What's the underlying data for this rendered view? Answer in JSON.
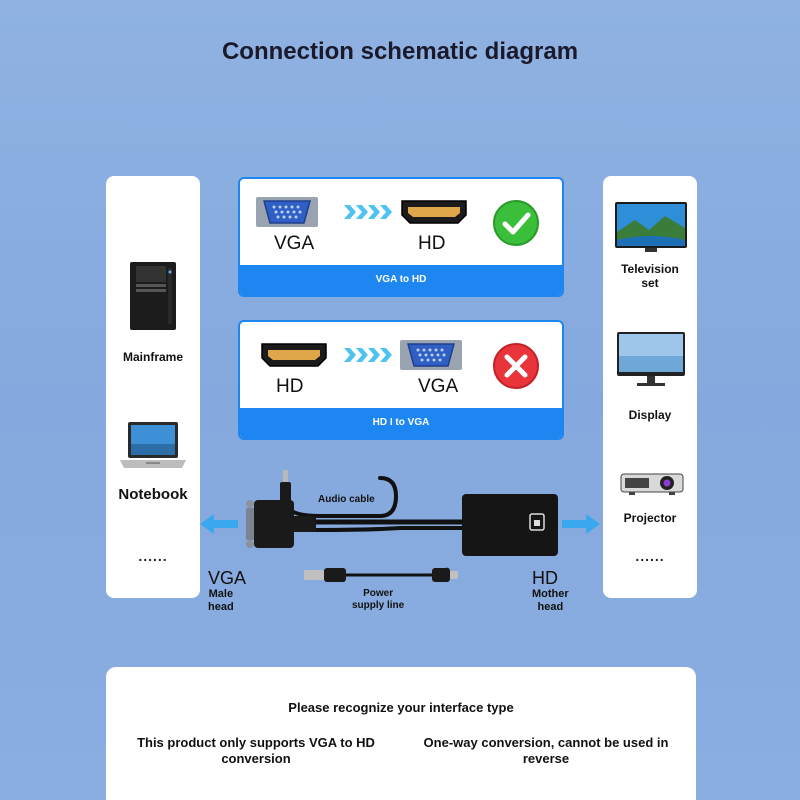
{
  "title": "Connection schematic diagram",
  "left_devices": {
    "mainframe": "Mainframe",
    "notebook": "Notebook",
    "more": "......"
  },
  "right_devices": {
    "tv": "Television\nset",
    "display": "Display",
    "projector": "Projector",
    "more": "......"
  },
  "card_ok": {
    "from": "VGA",
    "to": "HD",
    "caption": "VGA to HD",
    "status_icon": "check-icon",
    "status_color": "#3bbf3b"
  },
  "card_bad": {
    "from": "HD",
    "to": "VGA",
    "caption": "HD I to VGA",
    "status_icon": "cross-icon",
    "status_color": "#e8343a"
  },
  "cable": {
    "audio": "Audio cable",
    "power": "Power\nsupply line",
    "vga_head_big": "VGA",
    "vga_head_small": "Male\nhead",
    "hd_head_big": "HD",
    "hd_head_small": "Mother\nhead"
  },
  "bottom": {
    "title": "Please recognize your interface type",
    "note_left": "This product only supports VGA to HD\nconversion",
    "note_right": "One-way conversion, cannot be used in\nreverse"
  },
  "colors": {
    "accent_blue": "#1e86f0",
    "background": "#8aaee0"
  }
}
